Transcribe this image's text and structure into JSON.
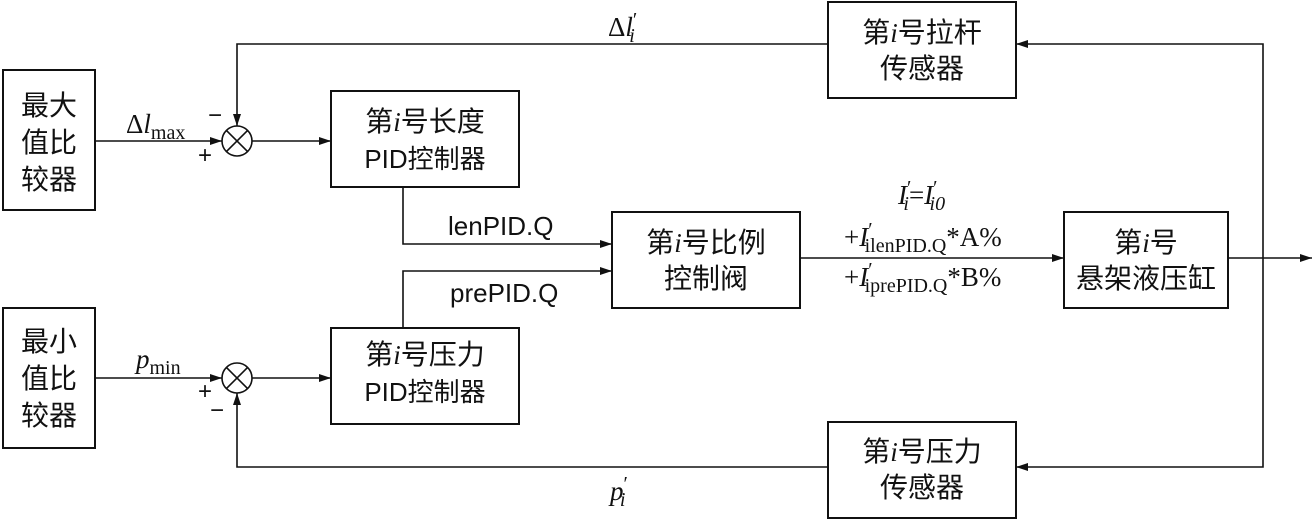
{
  "blocks": {
    "max_comparator": [
      "最大",
      "值比",
      "较器"
    ],
    "min_comparator": [
      "最小",
      "值比",
      "较器"
    ],
    "length_pid": {
      "line1_prefix": "第",
      "line1_i": "i",
      "line1_suffix": "号长度",
      "line2": "PID控制器"
    },
    "pressure_pid": {
      "line1_prefix": "第",
      "line1_i": "i",
      "line1_suffix": "号压力",
      "line2": "PID控制器"
    },
    "prop_valve": {
      "line1_prefix": "第",
      "line1_i": "i",
      "line1_suffix": "号比例",
      "line2": "控制阀"
    },
    "cylinder": {
      "line1_prefix": "第",
      "line1_i": "i",
      "line1_suffix": "号",
      "line2": "悬架液压缸"
    },
    "rod_sensor": {
      "line1_prefix": "第",
      "line1_i": "i",
      "line1_suffix": "号拉杆",
      "line2": "传感器"
    },
    "pressure_sensor": {
      "line1_prefix": "第",
      "line1_i": "i",
      "line1_suffix": "号压力",
      "line2": "传感器"
    }
  },
  "signals": {
    "delta_l_max": {
      "delta": "Δ",
      "var": "l",
      "sub": "max"
    },
    "p_min": {
      "var": "p",
      "sub": "min"
    },
    "delta_l_i_prime": {
      "delta": "Δ",
      "var": "l",
      "sub": "i",
      "prime": "′"
    },
    "p_i_prime": {
      "var": "p",
      "sub": "i",
      "prime": "′"
    },
    "len_pid_q": "lenPID.Q",
    "pre_pid_q": "prePID.Q"
  },
  "equation": {
    "line1": {
      "lhs_var": "I",
      "lhs_sub": "i",
      "prime": "′",
      "eq": "=",
      "rhs_var": "I",
      "rhs_sub": "i0"
    },
    "line2": {
      "plus": "+",
      "var": "I",
      "prime": "′",
      "sub": "ilenPID.Q",
      "tail": "*A%"
    },
    "line3": {
      "plus": "+",
      "var": "I",
      "prime": "′",
      "sub": "iprePID.Q",
      "tail": "*B%"
    }
  },
  "signs": {
    "upper_minus": "−",
    "upper_plus": "+",
    "lower_plus": "+",
    "lower_minus": "−"
  }
}
